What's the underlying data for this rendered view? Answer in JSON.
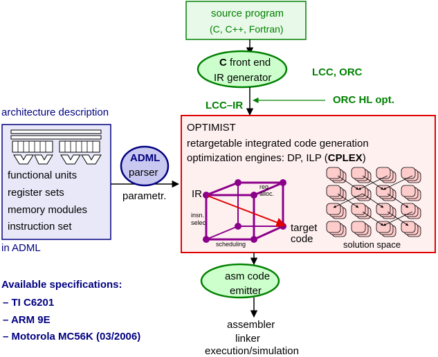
{
  "source_program": {
    "line1": "source program",
    "line2": "(C, C++, Fortran)"
  },
  "front_end": {
    "line1_bold": "C",
    "line1_rest": " front end",
    "line2": "IR generator"
  },
  "front_end_labels": {
    "lcc_orc": "LCC,  ORC",
    "orc_hl": "ORC HL opt.",
    "lcc_ir": "LCC–IR"
  },
  "architecture": {
    "title": "architecture description",
    "items": [
      "functional units",
      "register sets",
      "memory modules",
      "instruction set"
    ],
    "footer": "in ADML"
  },
  "adml_parser": {
    "line1": "ADML",
    "line2": "parser",
    "parametr": "parametr."
  },
  "optimist": {
    "title": "OPTIMIST",
    "line2": "retargetable integrated code generation",
    "line3_pre": "optimization engines:  DP,  ILP (",
    "line3_bold": "CPLEX",
    "line3_post": ")",
    "cube": {
      "ir": "IR",
      "reg_alloc_1": "reg.",
      "reg_alloc_2": "alloc.",
      "insn_selec_1": "insn.",
      "insn_selec_2": "selec",
      "scheduling": "scheduling",
      "target_1": "target",
      "target_2": "code"
    },
    "solution_space": "solution space"
  },
  "asm": {
    "line1": "asm code",
    "line2": "emitter"
  },
  "outputs": [
    "assembler",
    "linker",
    "execution/simulation"
  ],
  "specs": {
    "title": "Available specifications:",
    "items": [
      "– TI C6201",
      "– ARM 9E",
      "– Motorola MC56K  (03/2006)"
    ]
  },
  "colors": {
    "green": "#008000",
    "navy": "#000080",
    "red": "#e00000",
    "purple": "#8b008b",
    "optimist_bg": "#fff0f0",
    "ellipse_fill": "#ccffcc",
    "source_fill": "#e9f9e9",
    "arch_fill": "#e8e8f8",
    "adml_fill": "#c8c8f0",
    "node_fill": "#ffcccc"
  }
}
